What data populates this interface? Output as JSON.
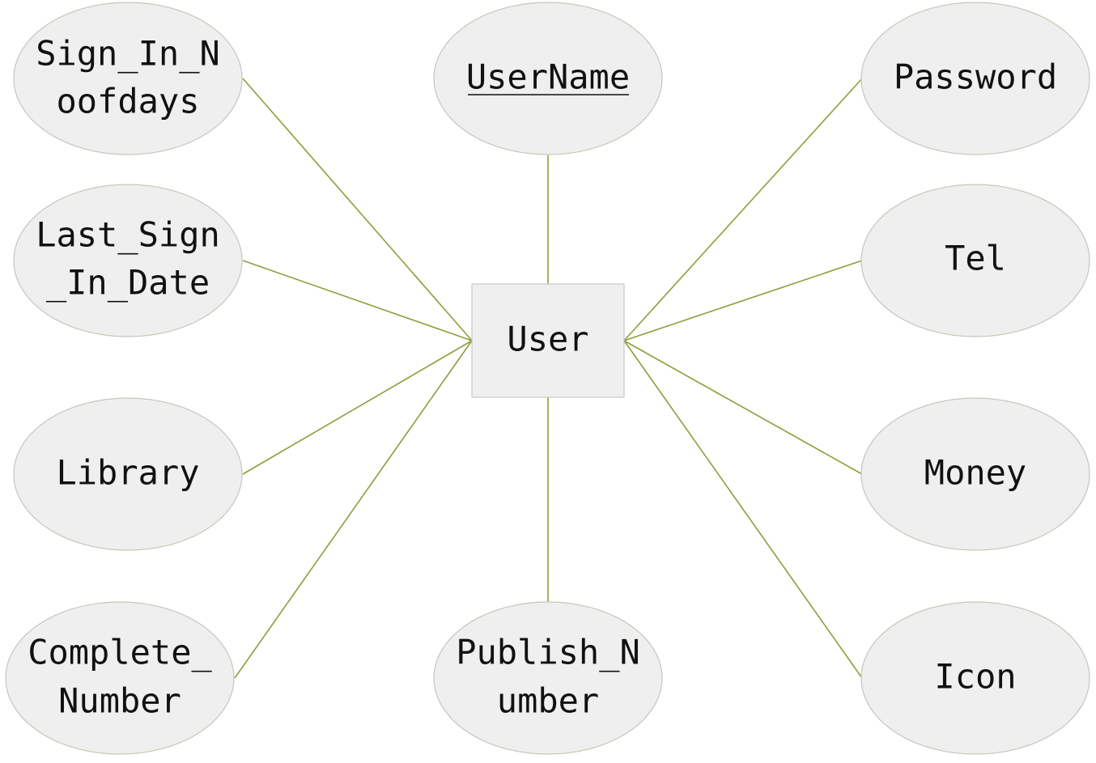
{
  "entity": {
    "name": "User"
  },
  "primary_key": {
    "line1": "UserName"
  },
  "attributes": {
    "sign_in_noofdays": {
      "line1": "Sign_In_N",
      "line2": "oofdays"
    },
    "last_sign_in_date": {
      "line1": "Last_Sign",
      "line2": "_In_Date"
    },
    "library": {
      "line1": "Library"
    },
    "complete_number": {
      "line1": "Complete_",
      "line2": "Number"
    },
    "publish_number": {
      "line1": "Publish_N",
      "line2": "umber"
    },
    "password": {
      "line1": "Password"
    },
    "tel": {
      "line1": "Tel"
    },
    "money": {
      "line1": "Money"
    },
    "icon": {
      "line1": "Icon"
    }
  },
  "colors": {
    "connector": "#8aa03a",
    "shape_fill": "#efefef",
    "shape_border": "#c4c8b8",
    "text": "#111111"
  }
}
